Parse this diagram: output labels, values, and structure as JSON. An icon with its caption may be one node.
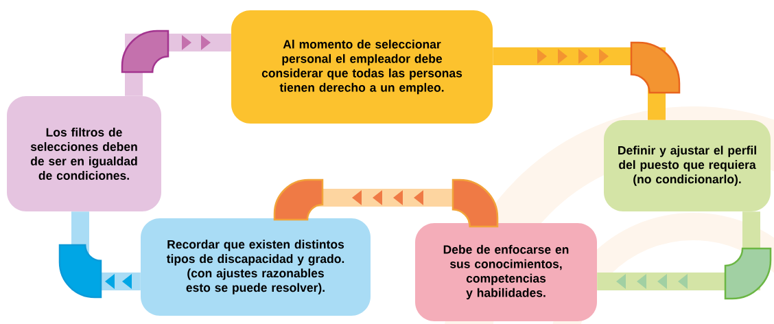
{
  "diagram": {
    "nodes": [
      {
        "text": [
          "Al momento de seleccionar personal el empleador debe considerar que todas las personas tienen derecho a un empleo."
        ]
      },
      {
        "text": [
          "Los filtros de selecciones deben de ser en igualdad de condiciones."
        ]
      },
      {
        "text": [
          "Definir y ajustar el perfil del puesto que requiera (no condicionarlo)."
        ]
      },
      {
        "text": [
          "Recordar que existen distintos tipos de discapacidad y grado. (con ajustes razonables esto se puede resolver)."
        ]
      },
      {
        "text": [
          "Debe de enfocarse en sus conocimientos, competencias y habilidades."
        ]
      }
    ],
    "edges": [
      {
        "from": 1,
        "to": 0,
        "arrow": "to",
        "color": "#e5c4e0"
      },
      {
        "from": 0,
        "to": 2,
        "arrow": "to",
        "color": "#fcc22e"
      },
      {
        "from": 2,
        "to": 4,
        "arrow": "to",
        "color": "#d4e4a6"
      },
      {
        "from": 4,
        "to": 3,
        "arrow": "to",
        "color": "#fdd5a0"
      },
      {
        "from": 3,
        "to": 1,
        "arrow": "to",
        "color": "#a9dcf5"
      }
    ]
  }
}
